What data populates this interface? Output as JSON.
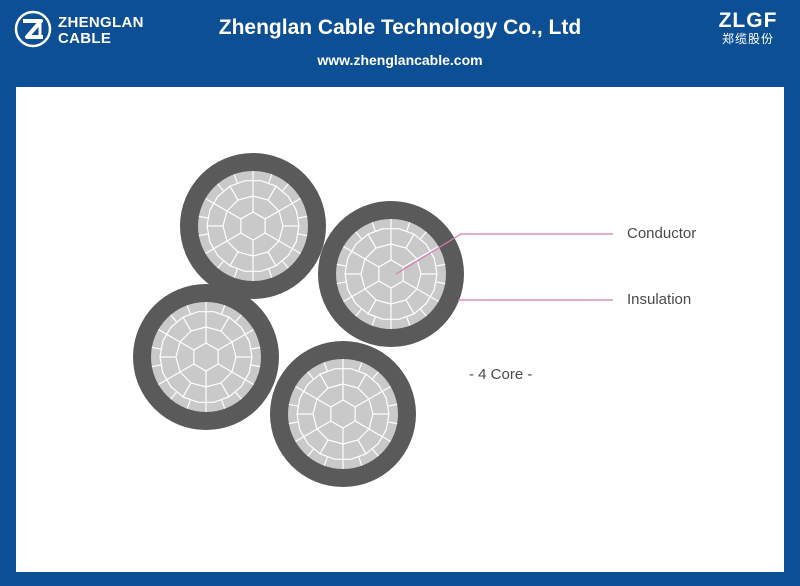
{
  "header": {
    "brand_line1": "ZHENGLAN",
    "brand_line2": "CABLE",
    "title": "Zhenglan Cable Technology Co., Ltd",
    "website": "www.zhenglancable.com",
    "right_logo": "ZLGF",
    "right_logo_cn": "郑缆股份"
  },
  "diagram": {
    "labels": {
      "conductor": "Conductor",
      "insulation": "Insulation",
      "core_count": "- 4 Core -"
    },
    "colors": {
      "banner": "#0d4f95",
      "insulation": "#5a5a5a",
      "conductor": "#c9c9c9",
      "strand_lines": "#ffffff",
      "leader_lines": "#d87bb5"
    },
    "cores": 4
  }
}
